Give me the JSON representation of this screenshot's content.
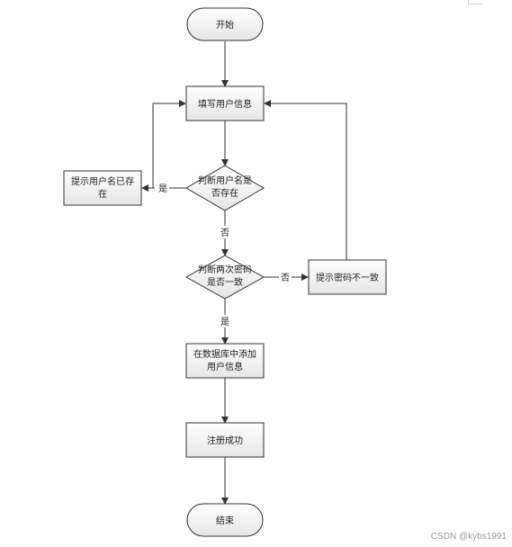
{
  "flowchart": {
    "start": "开始",
    "fill_info": "填写用户信息",
    "check_user_line1": "判断用户名是",
    "check_user_line2": "否存在",
    "user_exists_line1": "提示用户名已存",
    "user_exists_line2": "在",
    "check_pwd_line1": "判断两次密码",
    "check_pwd_line2": "是否一致",
    "pwd_mismatch": "提示密码不一致",
    "add_db_line1": "在数据库中添加",
    "add_db_line2": "用户信息",
    "register_ok": "注册成功",
    "end": "结束",
    "yes": "是",
    "no": "否"
  },
  "watermark": "CSDN @kybs1991"
}
